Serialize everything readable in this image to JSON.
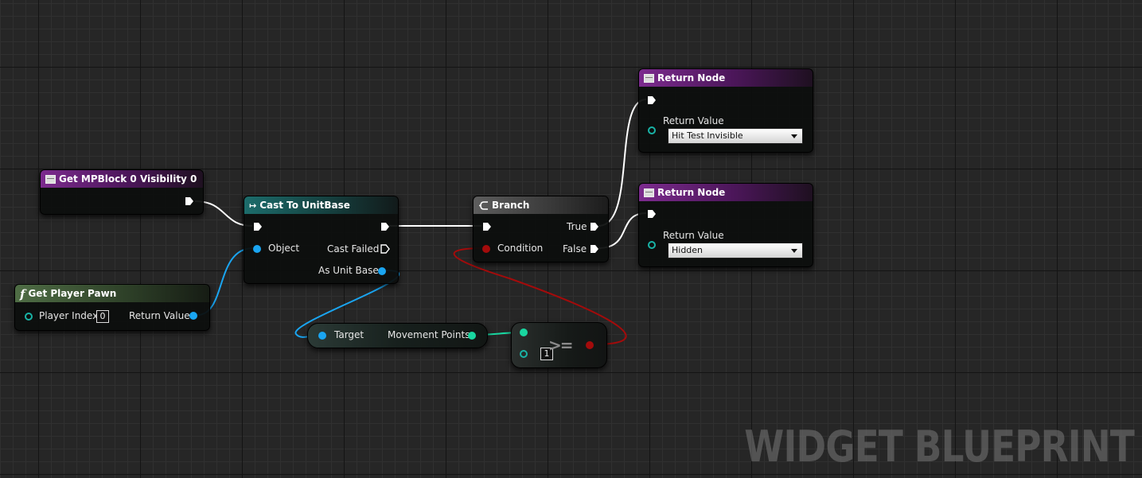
{
  "nodes": {
    "get_visibility": {
      "title": "Get MPBlock 0 Visibility 0"
    },
    "get_player_pawn": {
      "icon_glyph": "f",
      "title": "Get Player Pawn",
      "player_index_label": "Player Index",
      "player_index_value": "0",
      "return_value_label": "Return Value"
    },
    "cast": {
      "title": "Cast To UnitBase",
      "object_label": "Object",
      "cast_failed_label": "Cast Failed",
      "as_unit_base_label": "As Unit Base"
    },
    "branch": {
      "title": "Branch",
      "true_label": "True",
      "false_label": "False",
      "condition_label": "Condition"
    },
    "return_top": {
      "title": "Return Node",
      "return_value_label": "Return Value",
      "selected": "Hit Test Invisible"
    },
    "return_bottom": {
      "title": "Return Node",
      "return_value_label": "Return Value",
      "selected": "Hidden"
    },
    "movement_points": {
      "target_label": "Target",
      "output_label": "Movement Points"
    },
    "compare": {
      "operator": ">=",
      "b_value": "1"
    }
  },
  "watermark": "WIDGET BLUEPRINT",
  "colors": {
    "exec_wire": "#ffffff",
    "object_wire": "#1aa5f1",
    "int_wire": "#19d6a0",
    "bool_wire": "#a30b0b",
    "function_header": "#7c2b8e",
    "cast_header": "#1c6c6b"
  }
}
